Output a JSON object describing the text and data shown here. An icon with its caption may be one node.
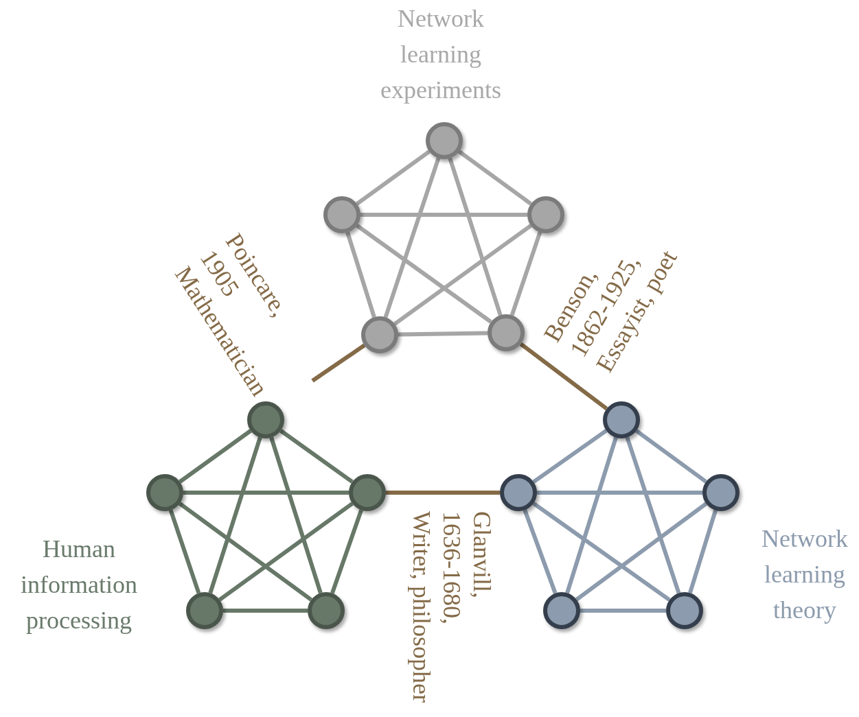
{
  "diagram": {
    "nodes": [
      {
        "text": [],
        "shape": "circle"
      },
      {
        "text": [],
        "shape": "circle"
      },
      {
        "text": [],
        "shape": "circle"
      },
      {
        "text": [],
        "shape": "circle"
      },
      {
        "text": [],
        "shape": "circle"
      },
      {
        "text": [],
        "shape": "circle"
      },
      {
        "text": [],
        "shape": "circle"
      },
      {
        "text": [],
        "shape": "circle"
      },
      {
        "text": [],
        "shape": "circle"
      },
      {
        "text": [],
        "shape": "circle"
      },
      {
        "text": [],
        "shape": "circle"
      },
      {
        "text": [],
        "shape": "circle"
      },
      {
        "text": [],
        "shape": "circle"
      },
      {
        "text": [],
        "shape": "circle"
      },
      {
        "text": [],
        "shape": "circle"
      }
    ],
    "edges": [
      {
        "from": 0,
        "to": 1,
        "arrow": "none",
        "color": "#a6a6a6"
      },
      {
        "from": 0,
        "to": 2,
        "arrow": "none",
        "color": "#a6a6a6"
      },
      {
        "from": 0,
        "to": 3,
        "arrow": "none",
        "color": "#a6a6a6"
      },
      {
        "from": 0,
        "to": 4,
        "arrow": "none",
        "color": "#a6a6a6"
      },
      {
        "from": 1,
        "to": 2,
        "arrow": "none",
        "color": "#a6a6a6"
      },
      {
        "from": 1,
        "to": 3,
        "arrow": "none",
        "color": "#a6a6a6"
      },
      {
        "from": 1,
        "to": 4,
        "arrow": "none",
        "color": "#a6a6a6"
      },
      {
        "from": 2,
        "to": 3,
        "arrow": "none",
        "color": "#a6a6a6"
      },
      {
        "from": 2,
        "to": 4,
        "arrow": "none",
        "color": "#a6a6a6"
      },
      {
        "from": 3,
        "to": 4,
        "arrow": "none",
        "color": "#a6a6a6"
      },
      {
        "from": 5,
        "to": 6,
        "arrow": "none",
        "color": "#677868"
      },
      {
        "from": 5,
        "to": 7,
        "arrow": "none",
        "color": "#677868"
      },
      {
        "from": 5,
        "to": 8,
        "arrow": "none",
        "color": "#677868"
      },
      {
        "from": 5,
        "to": 9,
        "arrow": "none",
        "color": "#677868"
      },
      {
        "from": 6,
        "to": 7,
        "arrow": "none",
        "color": "#677868"
      },
      {
        "from": 6,
        "to": 8,
        "arrow": "none",
        "color": "#677868"
      },
      {
        "from": 6,
        "to": 9,
        "arrow": "none",
        "color": "#677868"
      },
      {
        "from": 7,
        "to": 8,
        "arrow": "none",
        "color": "#677868"
      },
      {
        "from": 7,
        "to": 9,
        "arrow": "none",
        "color": "#677868"
      },
      {
        "from": 8,
        "to": 9,
        "arrow": "none",
        "color": "#677868"
      },
      {
        "from": 10,
        "to": 11,
        "arrow": "none",
        "color": "#8c9bad"
      },
      {
        "from": 10,
        "to": 12,
        "arrow": "none",
        "color": "#8c9bad"
      },
      {
        "from": 10,
        "to": 13,
        "arrow": "none",
        "color": "#8c9bad"
      },
      {
        "from": 10,
        "to": 14,
        "arrow": "none",
        "color": "#8c9bad"
      },
      {
        "from": 11,
        "to": 12,
        "arrow": "none",
        "color": "#8c9bad"
      },
      {
        "from": 11,
        "to": 13,
        "arrow": "none",
        "color": "#8c9bad"
      },
      {
        "from": 11,
        "to": 14,
        "arrow": "none",
        "color": "#8c9bad"
      },
      {
        "from": 12,
        "to": 13,
        "arrow": "none",
        "color": "#8c9bad"
      },
      {
        "from": 12,
        "to": 14,
        "arrow": "none",
        "color": "#8c9bad"
      },
      {
        "from": 13,
        "to": 14,
        "arrow": "none",
        "color": "#8c9bad"
      },
      {
        "from": 3,
        "to": null,
        "arrow": "none",
        "color": "#846a47"
      },
      {
        "from": 4,
        "to": 10,
        "arrow": "none",
        "color": "#846a47"
      },
      {
        "from": 7,
        "to": 11,
        "arrow": "none",
        "color": "#846a47"
      }
    ],
    "labels": [
      "Network learning experiments",
      "Poincare, 1905 Mathematician",
      "Benson, 1862-1925, Essayist, poet",
      "Glanvill, 1636-1680, Writer, philosopher",
      "Network learning theory",
      "Human information processing"
    ]
  }
}
